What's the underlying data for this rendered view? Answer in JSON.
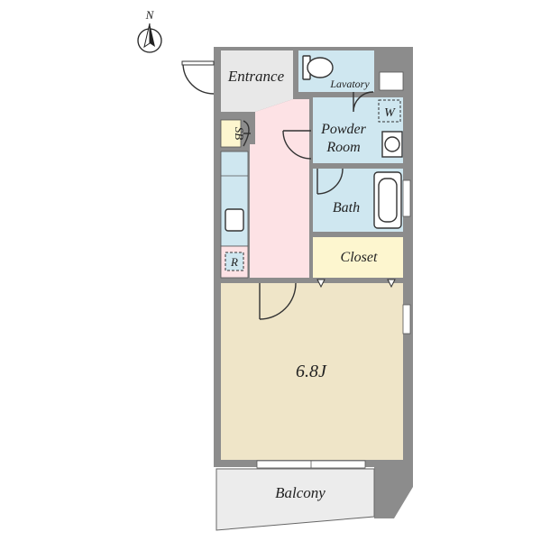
{
  "compass": {
    "label": "N"
  },
  "rooms": {
    "entrance": "Entrance",
    "lavatory": "Lavatory",
    "powder_room_line1": "Powder",
    "powder_room_line2": "Room",
    "bath": "Bath",
    "closet": "Closet",
    "main_room": "6.8J",
    "balcony": "Balcony",
    "shoe_box": "SB",
    "refrigerator": "R",
    "washer": "W"
  },
  "colors": {
    "wall": "#8c8c8c",
    "entrance_floor": "#e8e8e8",
    "kitchen_floor": "#fde2e5",
    "wet_area": "#cfe7f0",
    "closet": "#fdf6cf",
    "main_room": "#efe5c8",
    "balcony": "#ececec"
  }
}
